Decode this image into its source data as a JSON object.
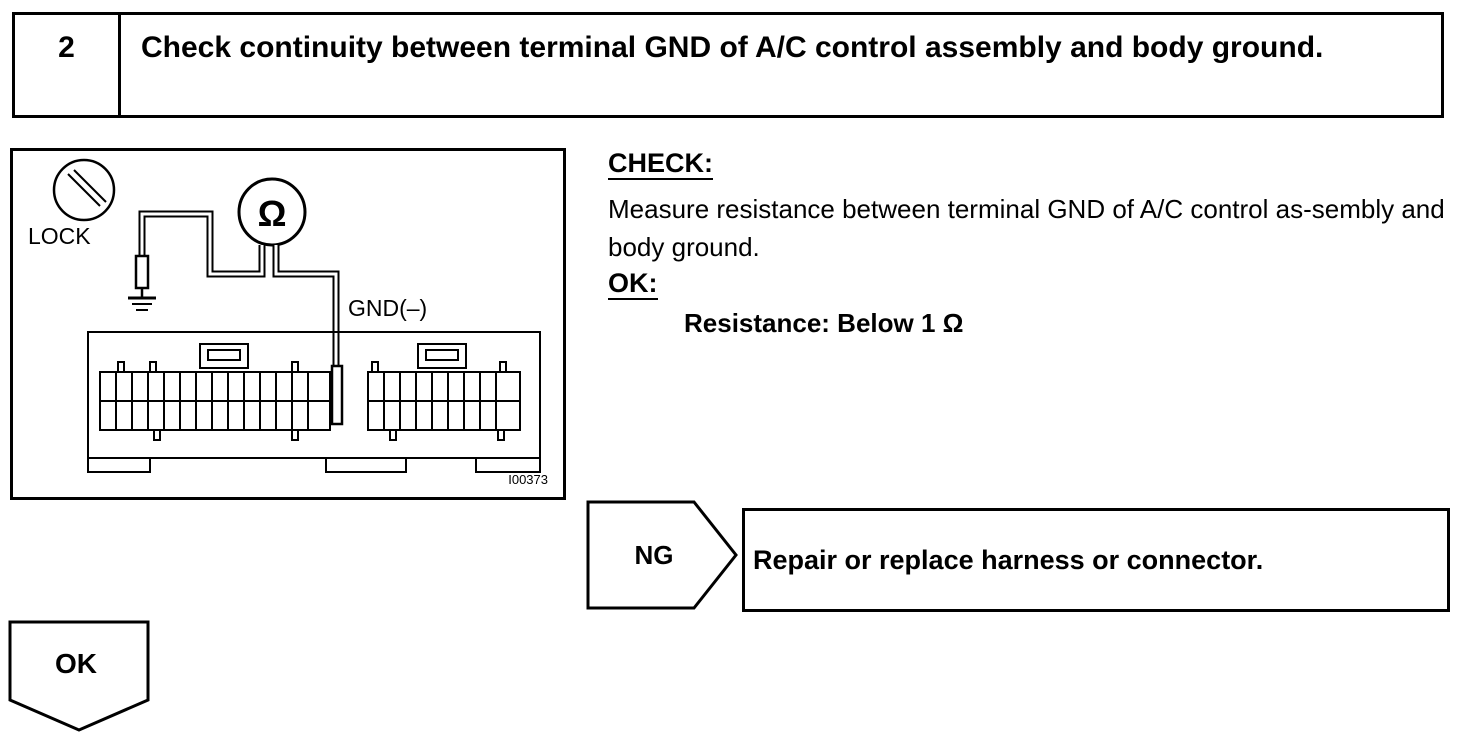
{
  "step": {
    "number": "2",
    "title": "Check continuity between terminal GND of A/C control assembly and body ground."
  },
  "figure": {
    "lock_label": "LOCK",
    "meter_symbol": "Ω",
    "terminal_label": "GND(–)",
    "figure_id": "I00373",
    "icons": [
      "ignition-lock-icon",
      "ohmmeter-icon",
      "ground-symbol-icon",
      "connector-icon"
    ]
  },
  "check": {
    "heading": "CHECK:",
    "text": "Measure resistance between terminal GND of A/C control as-sembly and body ground."
  },
  "ok": {
    "heading": "OK:",
    "spec": "Resistance: Below 1 Ω"
  },
  "ng_branch": {
    "label": "NG",
    "action": "Repair or replace harness or connector."
  },
  "ok_branch": {
    "label": "OK"
  }
}
